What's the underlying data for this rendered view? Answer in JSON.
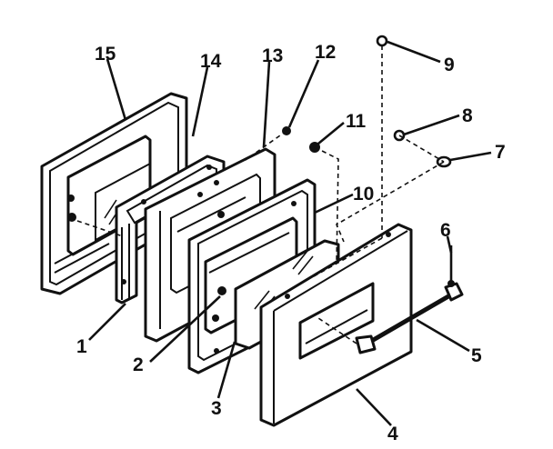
{
  "callouts": [
    {
      "id": "1",
      "part": "liner-assembly"
    },
    {
      "id": "2",
      "part": "window-frame"
    },
    {
      "id": "3",
      "part": "inner-glass"
    },
    {
      "id": "4",
      "part": "outer-door-panel"
    },
    {
      "id": "5",
      "part": "door-handle"
    },
    {
      "id": "6",
      "part": "screw"
    },
    {
      "id": "7",
      "part": "spacer"
    },
    {
      "id": "8",
      "part": "screw"
    },
    {
      "id": "9",
      "part": "screw"
    },
    {
      "id": "10",
      "part": "glass-retainer"
    },
    {
      "id": "11",
      "part": "screw"
    },
    {
      "id": "12",
      "part": "screw"
    },
    {
      "id": "13",
      "part": "insulation-panel"
    },
    {
      "id": "14",
      "part": "door-frame"
    },
    {
      "id": "15",
      "part": "inner-door-liner"
    }
  ]
}
